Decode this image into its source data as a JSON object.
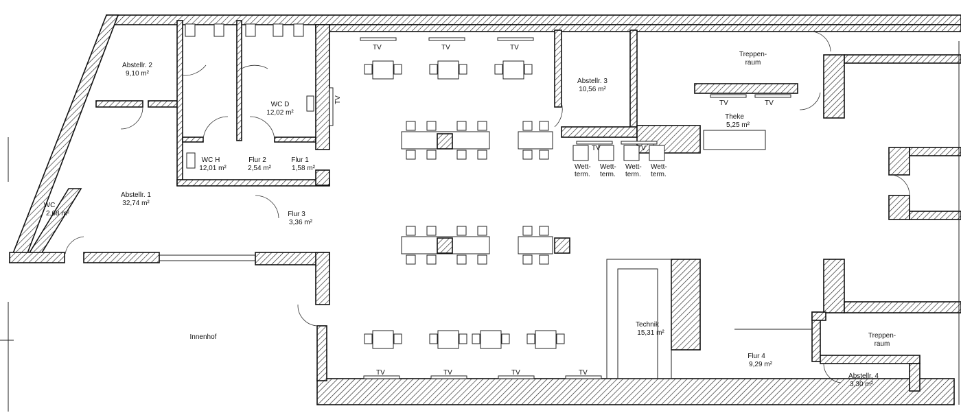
{
  "plan": {
    "rooms": [
      {
        "name": "Abstellr. 2",
        "area": "9,10 m²"
      },
      {
        "name": "WC D",
        "area": "12,02 m²"
      },
      {
        "name": "Abstellr. 3",
        "area": "10,56 m²"
      },
      {
        "name": "Treppen-",
        "area": "raum"
      },
      {
        "name": "Theke",
        "area": "5,25 m²"
      },
      {
        "name": "WC H",
        "area": "12,01 m²"
      },
      {
        "name": "Flur 2",
        "area": "2,54 m²"
      },
      {
        "name": "Flur 1",
        "area": "1,58 m²"
      },
      {
        "name": "Abstellr. 1",
        "area": "32,74 m²"
      },
      {
        "name": "WC",
        "area": "2,68 m²"
      },
      {
        "name": "Flur 3",
        "area": "3,36 m²"
      },
      {
        "name": "Technik",
        "area": "15,31 m²"
      },
      {
        "name": "Flur 4",
        "area": "9,29 m²"
      },
      {
        "name": "Treppen-",
        "area": "raum"
      },
      {
        "name": "Abstellr. 4",
        "area": "3,30 m²"
      }
    ],
    "innenhof": "Innenhof",
    "tv_label": "TV",
    "wett_terminal": {
      "line1": "Wett-",
      "line2": "term."
    }
  }
}
